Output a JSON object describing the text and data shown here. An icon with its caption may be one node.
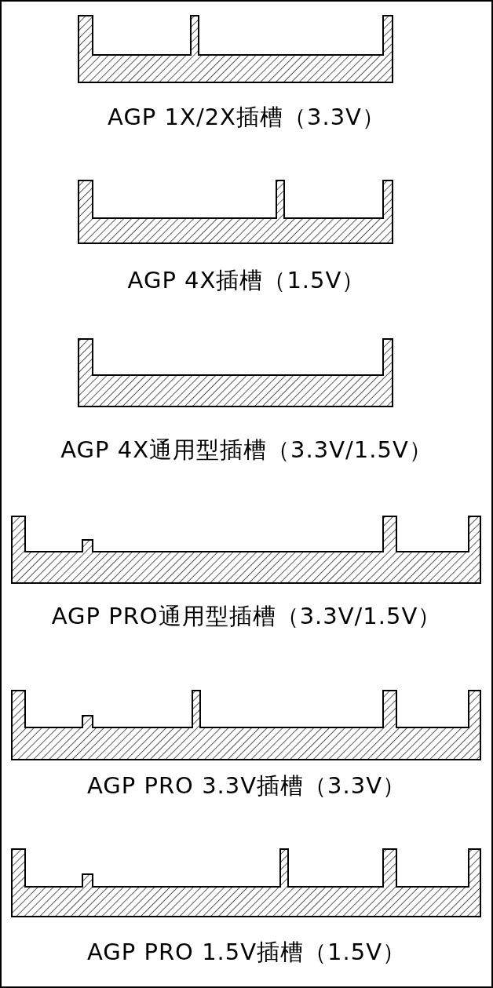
{
  "diagram": {
    "labels": [
      "AGP 1X/2X插槽（3.3V）",
      "AGP 4X插槽（1.5V）",
      "AGP 4X通用型插槽（3.3V/1.5V）",
      "AGP PRO通用型插槽（3.3V/1.5V）",
      "AGP PRO 3.3V插槽（3.3V）",
      "AGP PRO 1.5V插槽（1.5V）"
    ]
  }
}
